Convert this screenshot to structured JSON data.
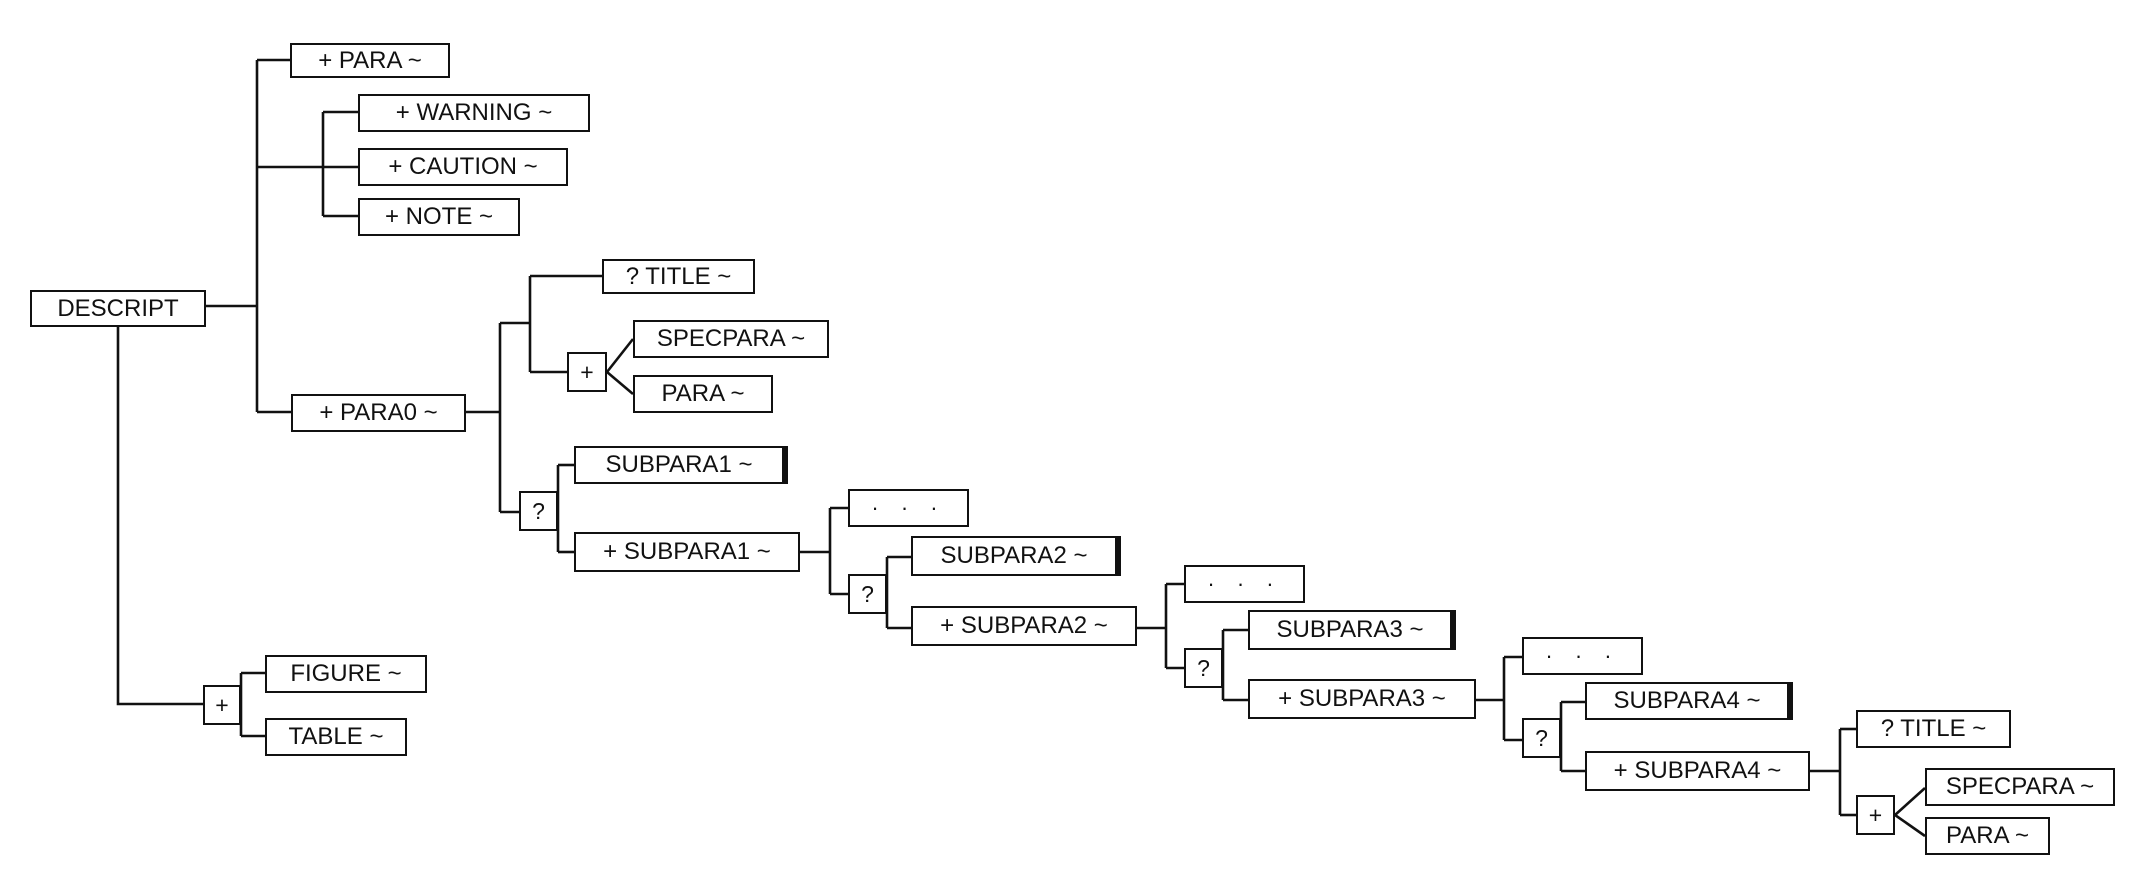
{
  "diagram": {
    "root": "DESCRIPT",
    "group_intro": {
      "para": "+ PARA ~",
      "warning": "+ WARNING ~",
      "caution": "+ CAUTION ~",
      "note": "+ NOTE ~"
    },
    "para0_branch": {
      "para0": "+ PARA0 ~",
      "title": "? TITLE ~",
      "choice_operator": "+",
      "specpara": "SPECPARA ~",
      "para": "PARA ~",
      "optional_operator": "?",
      "subpara1_single": "SUBPARA1 ~",
      "subpara1_repeat": "+ SUBPARA1 ~"
    },
    "subpara1_branch": {
      "ellipsis": "· · ·",
      "optional_operator": "?",
      "subpara2_single": "SUBPARA2 ~",
      "subpara2_repeat": "+ SUBPARA2 ~"
    },
    "subpara2_branch": {
      "ellipsis": "· · ·",
      "optional_operator": "?",
      "subpara3_single": "SUBPARA3 ~",
      "subpara3_repeat": "+ SUBPARA3 ~"
    },
    "subpara3_branch": {
      "ellipsis": "· · ·",
      "optional_operator": "?",
      "subpara4_single": "SUBPARA4 ~",
      "subpara4_repeat": "+ SUBPARA4 ~"
    },
    "subpara4_branch": {
      "title": "? TITLE ~",
      "choice_operator": "+",
      "specpara": "SPECPARA ~",
      "para": "PARA ~"
    },
    "figure_table": {
      "choice_operator": "+",
      "figure": "FIGURE ~",
      "table": "TABLE ~"
    }
  }
}
